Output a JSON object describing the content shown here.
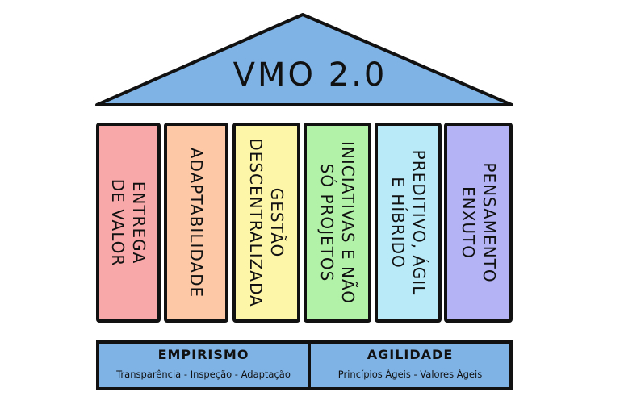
{
  "roof": {
    "title": "VMO 2.0",
    "fill": "#7fb3e6"
  },
  "pillars": [
    {
      "label": "ENTREGA\nDE VALOR",
      "fill": "#f8a8a8"
    },
    {
      "label": "ADAPTABILIDADE",
      "fill": "#fcc8a6"
    },
    {
      "label": "GESTÃO\nDESCENTRALIZADA",
      "fill": "#fdf5a8"
    },
    {
      "label": "INICIATIVAS E NÃO\nSÓ PROJETOS",
      "fill": "#b2f2a8"
    },
    {
      "label": "PREDITIVO, ÁGIL\nE HÍBRIDO",
      "fill": "#b8eaf8"
    },
    {
      "label": "PENSAMENTO\nENXUTO",
      "fill": "#b3b3f5"
    }
  ],
  "base": [
    {
      "title": "EMPIRISMO",
      "subtitle": "Transparência - Inspeção - Adaptação"
    },
    {
      "title": "AGILIDADE",
      "subtitle": "Princípios Ágeis - Valores Ágeis"
    }
  ]
}
